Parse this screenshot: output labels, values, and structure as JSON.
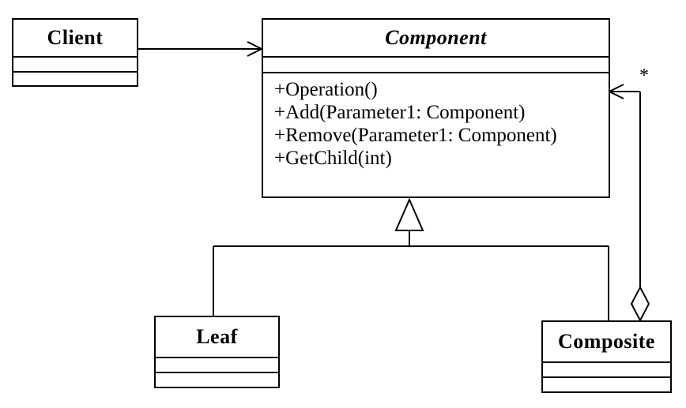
{
  "classes": {
    "client": {
      "name": "Client"
    },
    "component": {
      "name": "Component",
      "operations": [
        "+Operation()",
        "+Add(Parameter1: Component)",
        "+Remove(Parameter1: Component)",
        "+GetChild(int)"
      ]
    },
    "leaf": {
      "name": "Leaf"
    },
    "composite": {
      "name": "Composite"
    }
  },
  "relations": {
    "client_component": {
      "type": "association"
    },
    "leaf_component": {
      "type": "generalization"
    },
    "composite_component": {
      "type": "generalization"
    },
    "composite_children": {
      "type": "aggregation",
      "multiplicity": "*"
    }
  },
  "colors": {
    "line": "#000000",
    "background": "#ffffff"
  }
}
